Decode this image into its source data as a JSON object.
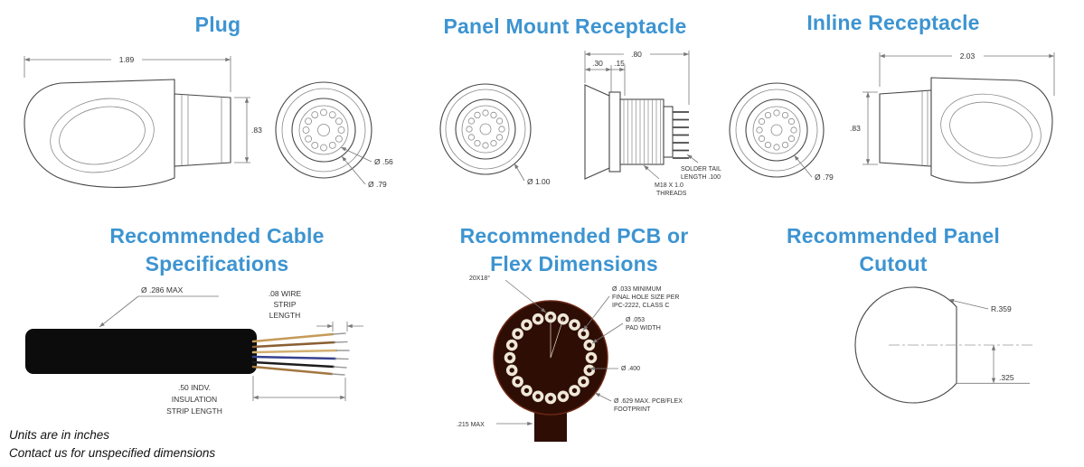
{
  "colors": {
    "heading_blue": "#3d94d1",
    "pcb_brown": "#2e0d04",
    "cable_black": "#0c0c0c"
  },
  "headings": {
    "plug": "Plug",
    "panel_mount": "Panel Mount Receptacle",
    "inline": "Inline Receptacle",
    "cable_line1": "Recommended Cable",
    "cable_line2": "Specifications",
    "pcb_line1": "Recommended PCB or",
    "pcb_line2": "Flex Dimensions",
    "cutout_line1": "Recommended Panel",
    "cutout_line2": "Cutout"
  },
  "plug": {
    "length": "1.89",
    "height": ".83",
    "dia_inner": "Ø .56",
    "dia_outer": "Ø .79"
  },
  "panel_mount": {
    "dia": "Ø 1.00",
    "overall": ".80",
    "seg1": ".30",
    "seg2": ".15",
    "solder_tail_line1": "SOLDER TAIL",
    "solder_tail_line2": "LENGTH .100",
    "threads_line1": "M18 X 1.0",
    "threads_line2": "THREADS"
  },
  "inline": {
    "dia": "Ø .79",
    "length": "2.03",
    "height": ".83"
  },
  "cable": {
    "dia": "Ø .286 MAX",
    "wire_strip_line1": ".08 WIRE",
    "wire_strip_line2": "STRIP",
    "wire_strip_line3": "LENGTH",
    "insulation_line1": ".50 INDV.",
    "insulation_line2": "INSULATION",
    "insulation_line3": "STRIP LENGTH"
  },
  "pcb": {
    "pad_count_angle": "20X18°",
    "hole_line1": "Ø .033 MINIMUM",
    "hole_line2": "FINAL HOLE SIZE PER",
    "hole_line3": "IPC-2222, CLASS C",
    "pad_width_line1": "Ø .053",
    "pad_width_line2": "PAD WIDTH",
    "bolt_circle_dia": "Ø .400",
    "footprint_line1": "Ø .629 MAX. PCB/FLEX",
    "footprint_line2": "FOOTPRINT",
    "tail_width": ".215 MAX"
  },
  "cutout": {
    "radius": "R.359",
    "flat_offset": ".325"
  },
  "footer": {
    "line1": "Units are in inches",
    "line2": "Contact us for unspecified dimensions"
  }
}
